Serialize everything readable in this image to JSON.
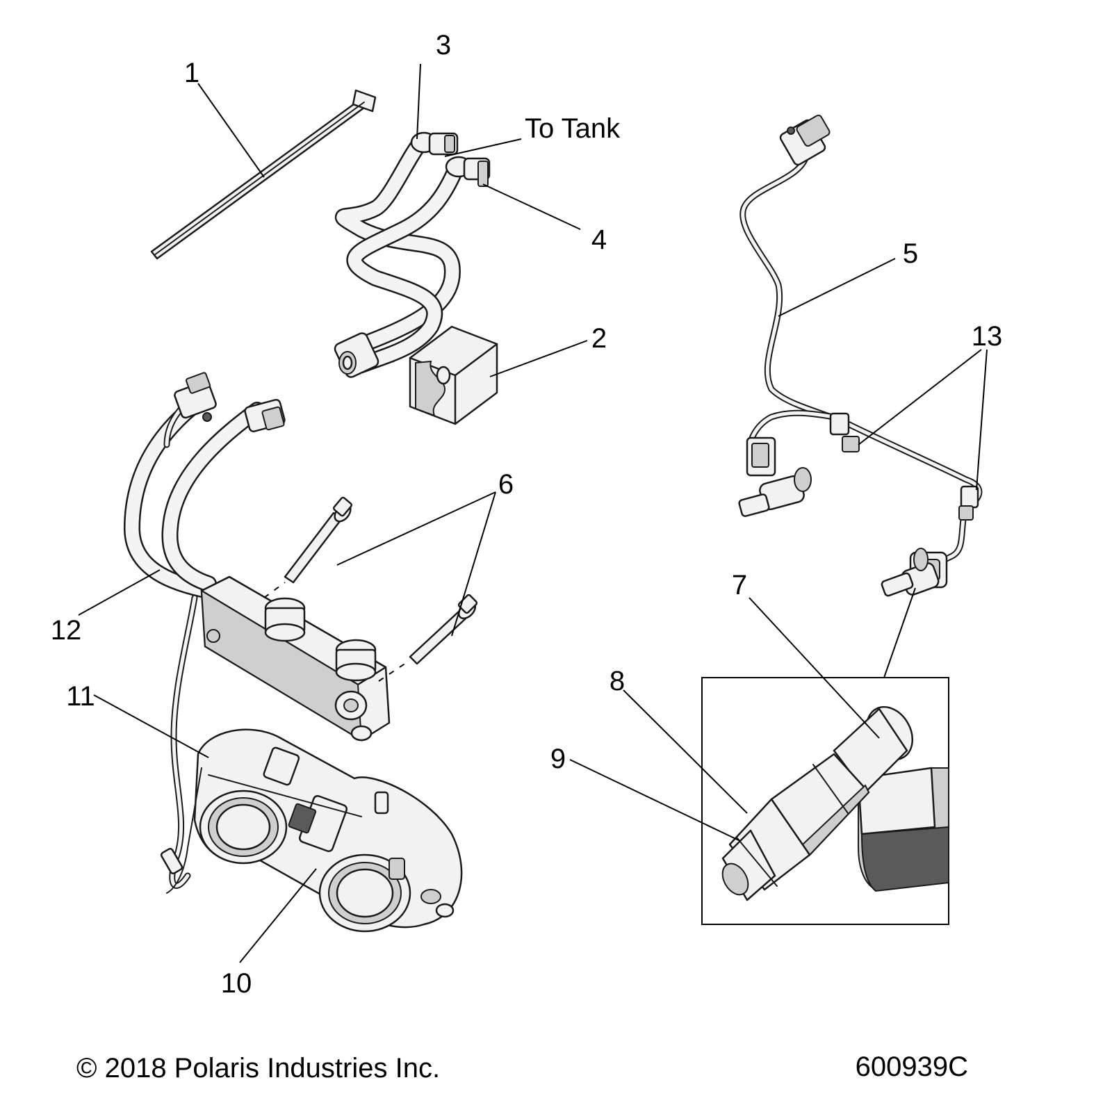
{
  "callouts": [
    {
      "id": "1",
      "label": "1"
    },
    {
      "id": "2",
      "label": "2"
    },
    {
      "id": "3",
      "label": "3"
    },
    {
      "id": "4",
      "label": "4"
    },
    {
      "id": "5",
      "label": "5"
    },
    {
      "id": "6",
      "label": "6"
    },
    {
      "id": "7",
      "label": "7"
    },
    {
      "id": "8",
      "label": "8"
    },
    {
      "id": "9",
      "label": "9"
    },
    {
      "id": "10",
      "label": "10"
    },
    {
      "id": "11",
      "label": "11"
    },
    {
      "id": "12",
      "label": "12"
    },
    {
      "id": "13",
      "label": "13"
    }
  ],
  "annotations": {
    "to_tank": "To Tank"
  },
  "footer": {
    "copyright": "© 2018 Polaris Industries Inc.",
    "diagram_number": "600939C"
  }
}
